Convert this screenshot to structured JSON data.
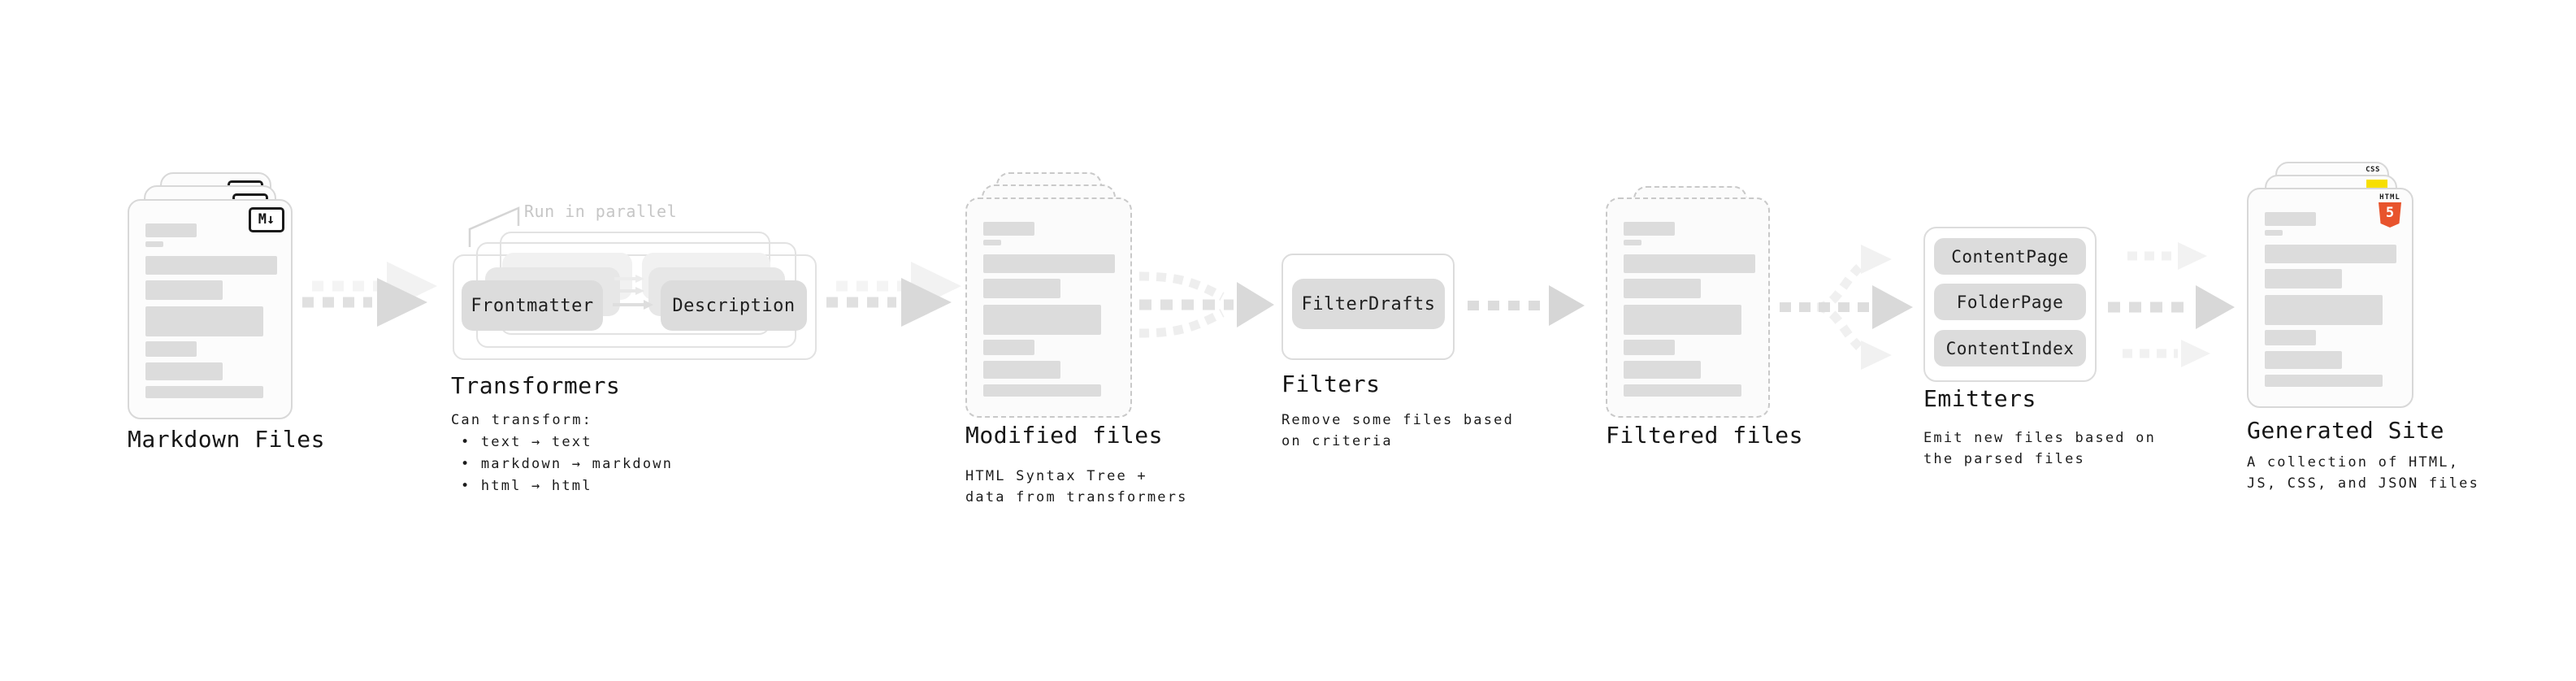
{
  "diagram": {
    "markdown_files": {
      "label": "Markdown Files",
      "badge": "M↓"
    },
    "transformers": {
      "callout": "Run in parallel",
      "step_a": "Frontmatter",
      "step_b": "Description",
      "label": "Transformers",
      "note_title": "Can transform:",
      "note_items": [
        "• text → text",
        "• markdown → markdown",
        "• html → html"
      ]
    },
    "modified_files": {
      "label": "Modified files",
      "note": "HTML Syntax Tree +\ndata from transformers"
    },
    "filters": {
      "button": "FilterDrafts",
      "label": "Filters",
      "note": "Remove some files based\non criteria"
    },
    "filtered_files": {
      "label": "Filtered files"
    },
    "emitters": {
      "buttons": [
        "ContentPage",
        "FolderPage",
        "ContentIndex"
      ],
      "label": "Emitters",
      "note": "Emit new files based on\nthe parsed files"
    },
    "generated_site": {
      "label": "Generated Site",
      "note": "A collection of HTML,\nJS, CSS, and JSON files",
      "badge_html_label": "HTML",
      "badge_html_number": "5",
      "badge_css_label": "CSS"
    }
  },
  "colors": {
    "html5_orange": "#e8542d",
    "js_yellow": "#f7df00",
    "css_blue": "#2f6ae8",
    "button_gray": "#dcdcdc",
    "arrow_gray": "#d9d9d9",
    "arrow_light": "#f1f1f1",
    "callout_gray": "#c6c6c6",
    "text": "#1a1a1a"
  }
}
